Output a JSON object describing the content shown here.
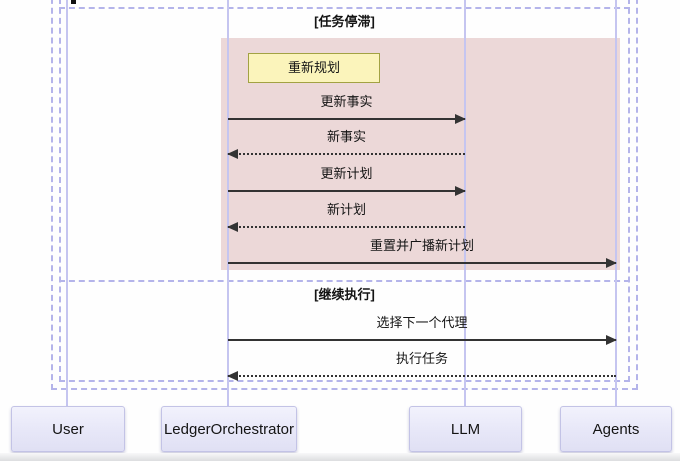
{
  "colors": {
    "highlight_bg": "#ecd8d8",
    "note_bg": "#fbf4bb",
    "note_border": "#a2a243",
    "actor_bg": "#ececff",
    "actor_border": "#c3c3e6",
    "frame_line": "#b4b4ea",
    "lifeline": "#c5c5f0",
    "arrow": "#333333"
  },
  "diagram": {
    "type": "sequence-diagram",
    "alt_branches": {
      "stalled": "[任务停滞]",
      "continue": "[继续执行]"
    },
    "note": {
      "label": "重新规划"
    },
    "messages": [
      {
        "label": "更新事实",
        "from": "LedgerOrchestrator",
        "to": "LLM",
        "line": "solid"
      },
      {
        "label": "新事实",
        "from": "LLM",
        "to": "LedgerOrchestrator",
        "line": "dotted"
      },
      {
        "label": "更新计划",
        "from": "LedgerOrchestrator",
        "to": "LLM",
        "line": "solid"
      },
      {
        "label": "新计划",
        "from": "LLM",
        "to": "LedgerOrchestrator",
        "line": "dotted"
      },
      {
        "label": "重置并广播新计划",
        "from": "LedgerOrchestrator",
        "to": "Agents",
        "line": "solid"
      },
      {
        "label": "选择下一个代理",
        "from": "LedgerOrchestrator",
        "to": "Agents",
        "line": "solid"
      },
      {
        "label": "执行任务",
        "from": "Agents",
        "to": "LedgerOrchestrator",
        "line": "dotted"
      }
    ],
    "actors": [
      {
        "name": "User"
      },
      {
        "name": "LedgerOrchestrator"
      },
      {
        "name": "LLM"
      },
      {
        "name": "Agents"
      }
    ]
  }
}
